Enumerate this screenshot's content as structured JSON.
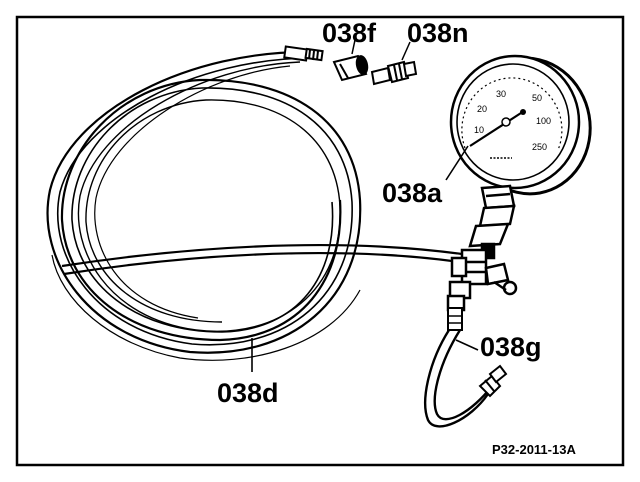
{
  "labels": {
    "fitting_f": "038f",
    "fitting_n": "038n",
    "gauge": "038a",
    "hose_long": "038d",
    "hose_short": "038g"
  },
  "gauge": {
    "scale": [
      "10",
      "20",
      "30",
      "50",
      "100",
      "250"
    ]
  },
  "figure_reference": "P32-2011-13A"
}
